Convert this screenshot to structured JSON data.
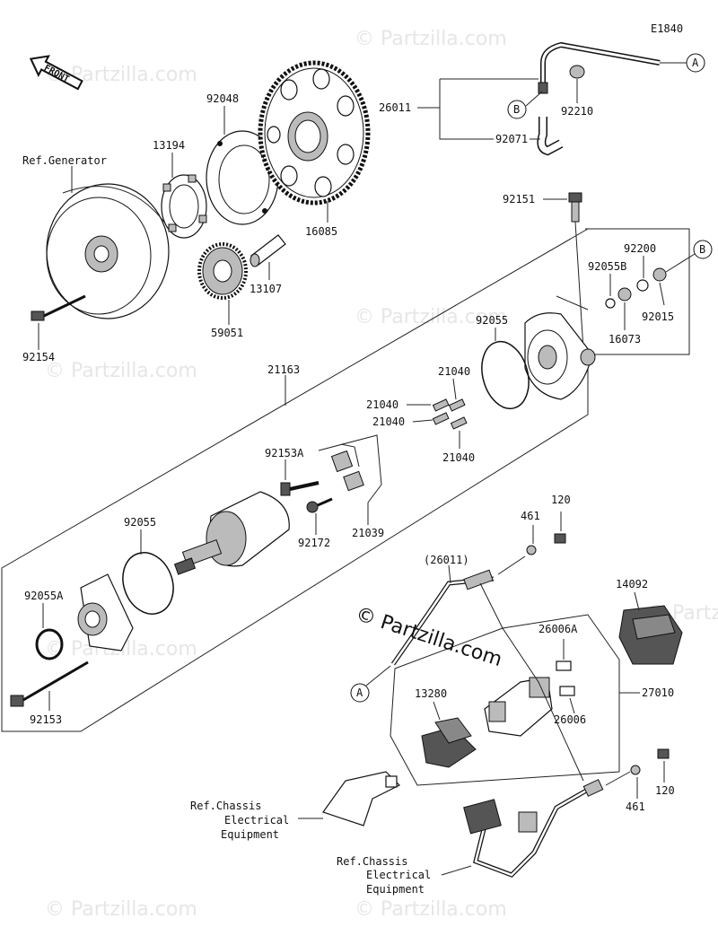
{
  "diagram_code": "E1840",
  "front_label": "FRONT",
  "watermark": "© Partzilla.com",
  "callouts": {
    "a": "A",
    "b": "B"
  },
  "parts": {
    "p26011": "26011",
    "p26011_ref": "(26011)",
    "p92210": "92210",
    "p92071": "92071",
    "p92048": "92048",
    "p13194": "13194",
    "p16085": "16085",
    "p13107": "13107",
    "p59051": "59051",
    "p92154": "92154",
    "p92151": "92151",
    "p92200": "92200",
    "p92055B": "92055B",
    "p92015": "92015",
    "p16073": "16073",
    "p92055_top": "92055",
    "p21163": "21163",
    "p21040_a": "21040",
    "p21040_b": "21040",
    "p21040_c": "21040",
    "p21040_d": "21040",
    "p92153A": "92153A",
    "p92172": "92172",
    "p21039": "21039",
    "p92055_left": "92055",
    "p92055A": "92055A",
    "p92153": "92153",
    "p120_top": "120",
    "p461_top": "461",
    "p14092": "14092",
    "p26006A": "26006A",
    "p26006": "26006",
    "p27010": "27010",
    "p13280": "13280",
    "p120_bot": "120",
    "p461_bot": "461"
  },
  "refs": {
    "generator": "Ref.Generator",
    "chassis1_l1": "Ref.Chassis",
    "chassis1_l2": "Electrical",
    "chassis1_l3": "Equipment",
    "chassis2_l1": "Ref.Chassis",
    "chassis2_l2": "Electrical",
    "chassis2_l3": "Equipment"
  }
}
